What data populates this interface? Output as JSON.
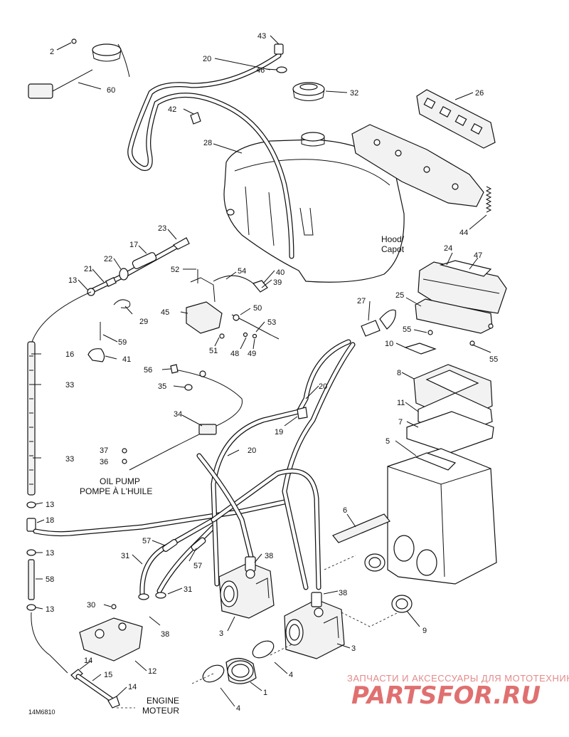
{
  "callouts": {
    "c1": "1",
    "c2": "2",
    "c3a": "3",
    "c3b": "3",
    "c4a": "4",
    "c4b": "4",
    "c5": "5",
    "c6": "6",
    "c7": "7",
    "c8": "8",
    "c9": "9",
    "c10": "10",
    "c11": "11",
    "c12": "12",
    "c13a": "13",
    "c13b": "13",
    "c13c": "13",
    "c13d": "13",
    "c14a": "14",
    "c14b": "14",
    "c15": "15",
    "c16": "16",
    "c17": "17",
    "c18": "18",
    "c19": "19",
    "c20a": "20",
    "c20b": "20",
    "c20c": "20",
    "c21": "21",
    "c22": "22",
    "c23": "23",
    "c24": "24",
    "c25": "25",
    "c26": "26",
    "c27": "27",
    "c28": "28",
    "c29": "29",
    "c30": "30",
    "c31a": "31",
    "c31b": "31",
    "c32": "32",
    "c33a": "33",
    "c33b": "33",
    "c34": "34",
    "c35": "35",
    "c36": "36",
    "c37": "37",
    "c38a": "38",
    "c38b": "38",
    "c38c": "38",
    "c39": "39",
    "c40": "40",
    "c41": "41",
    "c42": "42",
    "c43": "43",
    "c44": "44",
    "c45": "45",
    "c46": "46",
    "c47": "47",
    "c48": "48",
    "c49": "49",
    "c50": "50",
    "c51": "51",
    "c52": "52",
    "c53": "53",
    "c54": "54",
    "c55a": "55",
    "c55b": "55",
    "c56": "56",
    "c57a": "57",
    "c57b": "57",
    "c58": "58",
    "c59": "59",
    "c60": "60"
  },
  "labels": {
    "hood_en": "Hood/",
    "hood_fr": "Capot",
    "oil_pump_en": "OIL PUMP",
    "oil_pump_fr": "POMPE À L'HUILE",
    "engine_en": "ENGINE",
    "engine_fr": "MOTEUR",
    "drawing_code": "14M6810"
  },
  "watermark": {
    "line1": "ЗАПЧАСТИ И АКСЕССУАРЫ ДЛЯ МОТОТЕХНИКИ",
    "line2": "PARTSFOR.RU"
  }
}
